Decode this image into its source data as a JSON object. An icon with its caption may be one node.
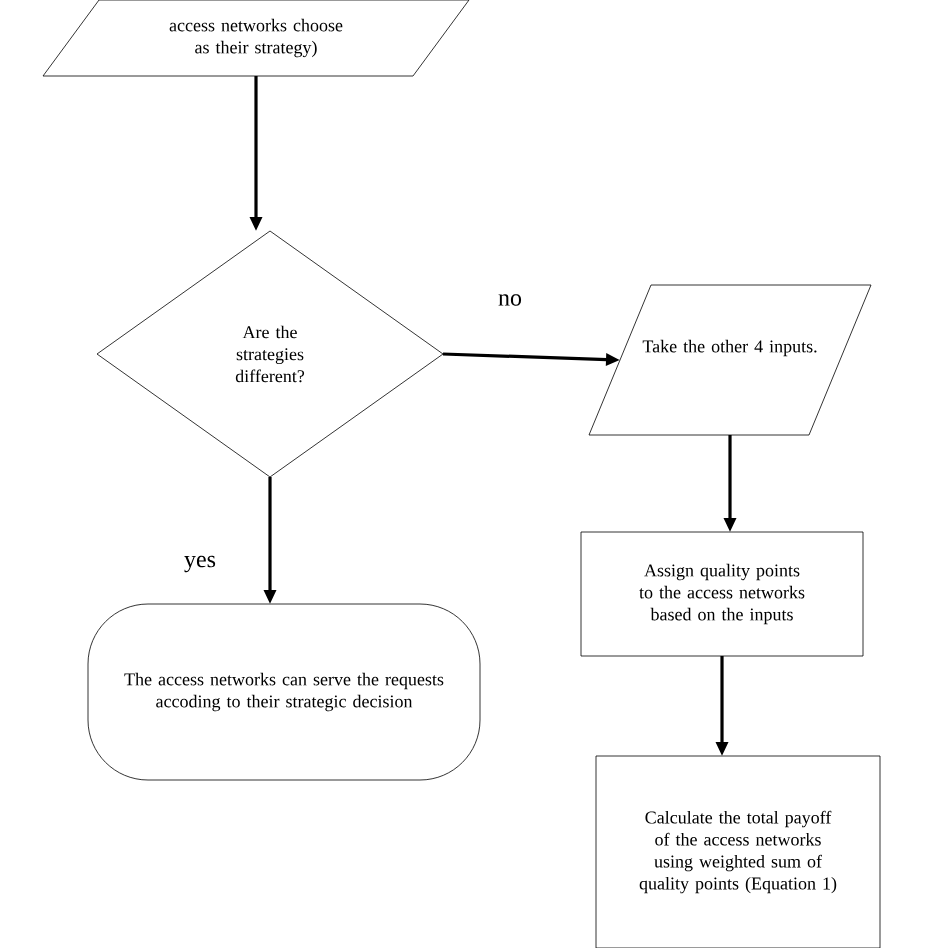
{
  "diagram": {
    "nodes": [
      {
        "text": [
          "access networks choose as their strategy)"
        ]
      },
      {
        "text": [
          "Are the strategies different?"
        ]
      },
      {
        "text": [
          "Take the other 4 inputs."
        ]
      },
      {
        "text": [
          "Assign quality points to the access networks based on the inputs"
        ]
      },
      {
        "text": [
          "Calculate the total payoff of the access networks using weighted sum of quality points (Equation 1)"
        ]
      },
      {
        "text": [
          "The access networks can serve the requests accoding to their strategic decision"
        ]
      }
    ],
    "edges": [
      {
        "from": 0,
        "to": 1,
        "arrow": "to"
      },
      {
        "from": 1,
        "to": 2,
        "arrow": "to",
        "label": "no"
      },
      {
        "from": 2,
        "to": 3,
        "arrow": "to"
      },
      {
        "from": 3,
        "to": 4,
        "arrow": "to"
      },
      {
        "from": 1,
        "to": 5,
        "arrow": "to",
        "label": "yes"
      }
    ]
  }
}
